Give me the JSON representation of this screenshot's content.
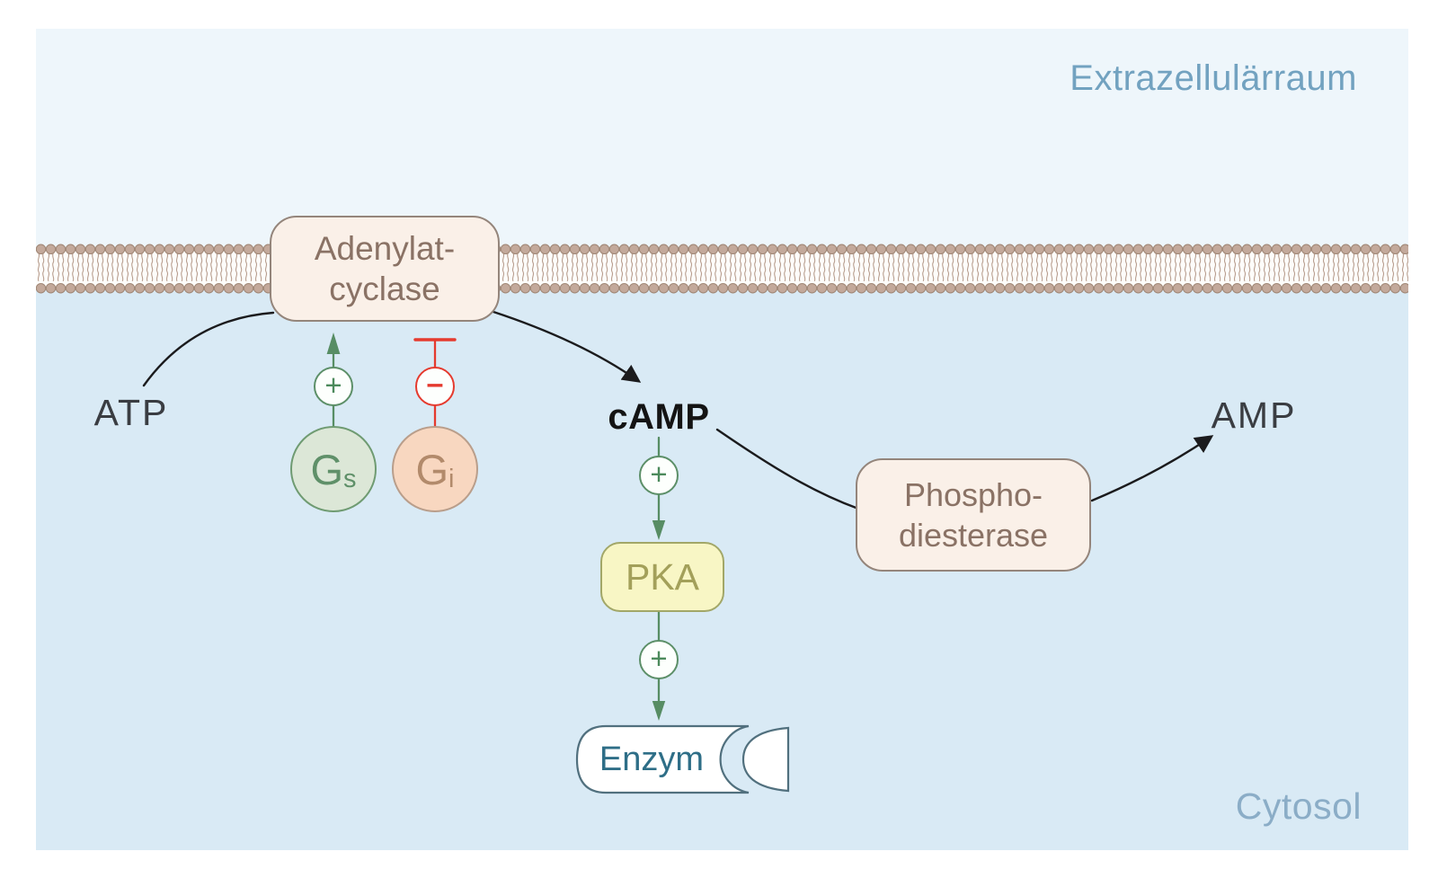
{
  "regions": {
    "extracellular_label": "Extrazellulärraum",
    "cytosol_label": "Cytosol"
  },
  "molecules": {
    "atp": "ATP",
    "camp": "cAMP",
    "amp": "AMP"
  },
  "nodes": {
    "adenylate_cyclase_line1": "Adenylat-",
    "adenylate_cyclase_line2": "cyclase",
    "phosphodiesterase_line1": "Phospho-",
    "phosphodiesterase_line2": "diesterase",
    "pka_label": "PKA",
    "enzyme_label": "Enzym",
    "gs_base": "G",
    "gs_sub": "s",
    "gi_base": "G",
    "gi_sub": "i"
  },
  "signs": {
    "activation": "+",
    "inhibition": "–"
  },
  "colors": {
    "extracellular_bg": "#eef6fb",
    "cytosol_bg": "#d9eaf5",
    "membrane_head": "#c3a99b",
    "membrane_head_stroke": "#a18877",
    "node_box_fill": "#faf0e8",
    "node_box_border": "#94857b",
    "node_box_text": "#8a7265",
    "pka_fill": "#f8f6c5",
    "pka_border": "#a2a768",
    "pka_text": "#a3a05a",
    "gs_fill": "#dce7d7",
    "gs_border": "#6f9b72",
    "gi_fill": "#f8d7c0",
    "gi_border": "#b99e8b",
    "activation_green": "#578d64",
    "inhibition_red": "#e53a2e",
    "enzyme_border": "#51707e",
    "enzyme_text": "#2e6e87",
    "arrow_black": "#1b1b1d",
    "region_label_blue": "#72a2c0"
  }
}
